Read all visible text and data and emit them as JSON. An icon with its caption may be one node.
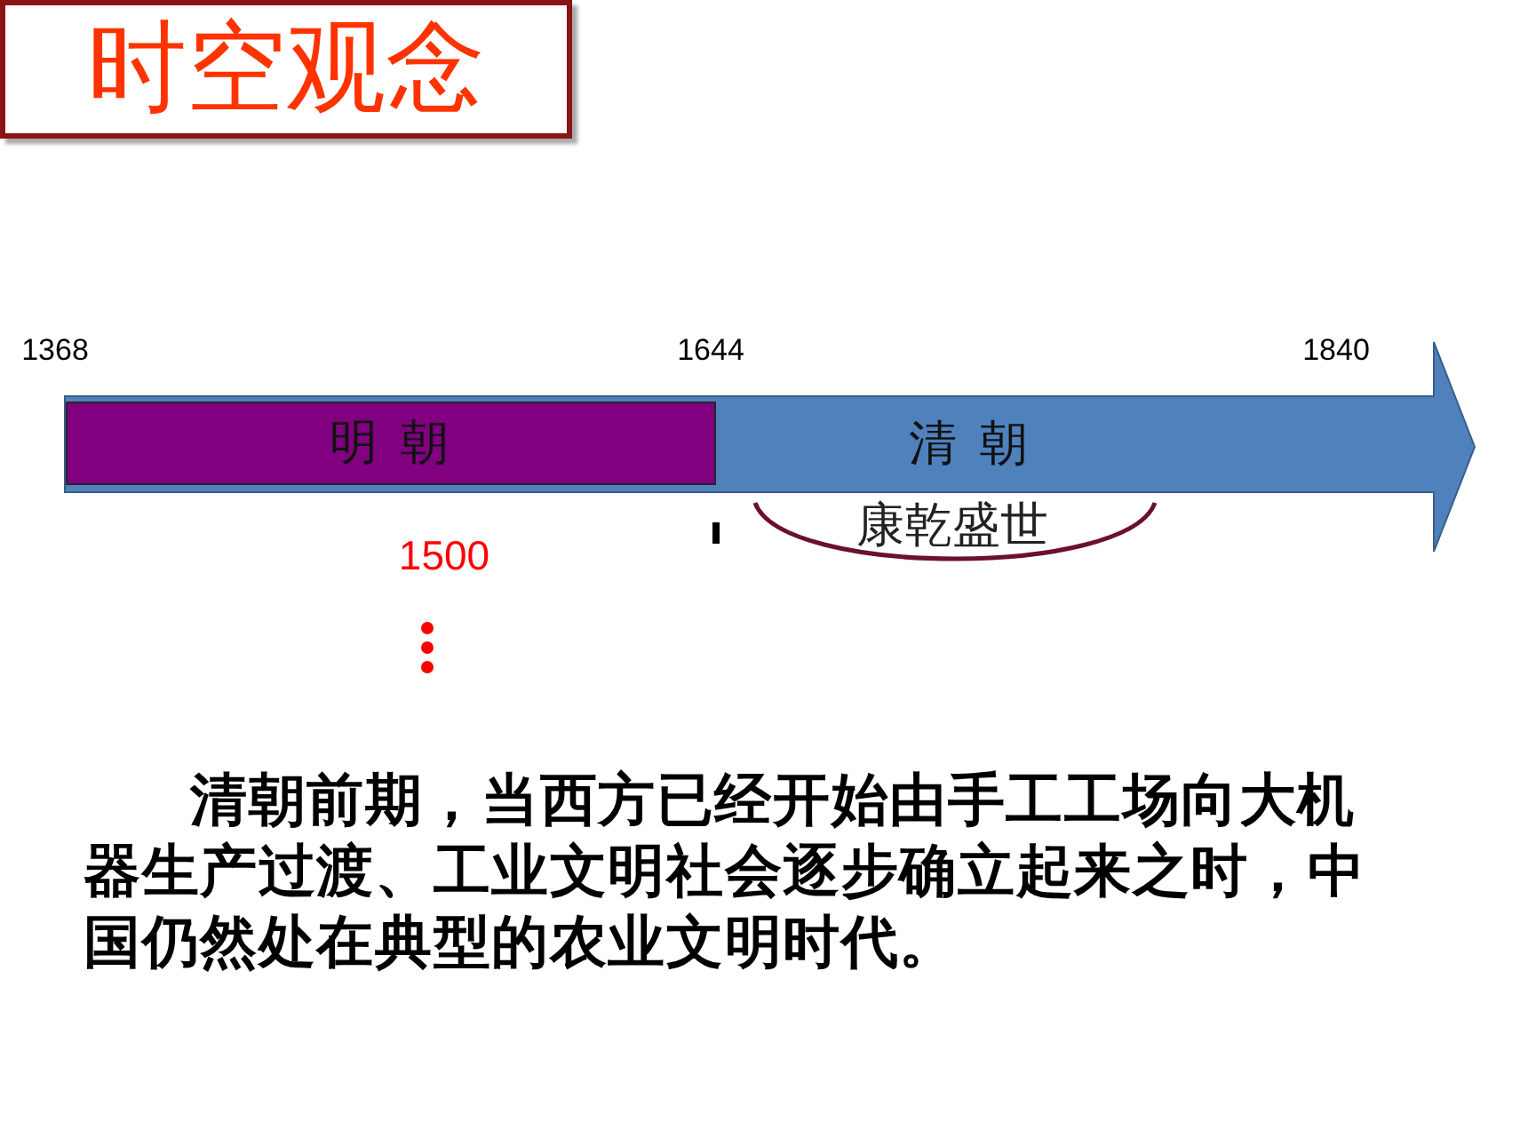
{
  "diagram": {
    "title": "时空观念",
    "nodes": [
      {
        "text": [
          "清 朝"
        ]
      },
      {
        "text": [
          "明 朝"
        ],
        "in": 0
      }
    ],
    "labels": [
      "1368",
      "1644",
      "1840",
      "康乾盛世",
      "1500",
      "清朝前期，当西方已经开始由手工工场向大机器生产过渡、工业文明社会逐步确立起来之时，中国仍然处在典型的农业文明时代。"
    ]
  }
}
